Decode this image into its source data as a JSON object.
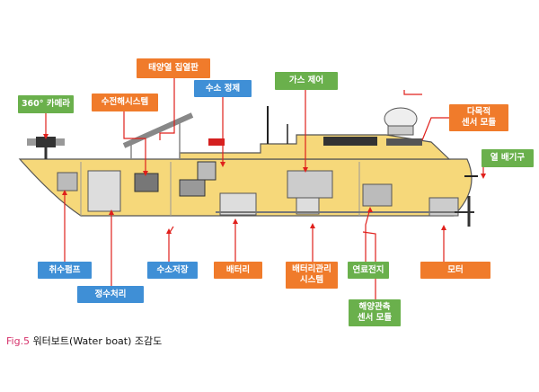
{
  "caption": {
    "fig": "Fig.5",
    "text": "워터보트(Water boat) 조감도"
  },
  "labels": {
    "camera": "360° 카메라",
    "solar": "태양열 집열판",
    "hydrolysis": "수전해시스템",
    "h2_purify": "수소 정제",
    "gas_control": "가스 제어",
    "multi_sensor": "다목적\n센서 모듈",
    "exhaust": "열 배기구",
    "intake_pump": "취수펌프",
    "water_treat": "정수처리",
    "h2_storage": "수소저장",
    "battery": "배터리",
    "bms": "배터리관리\n시스템",
    "fuel_cell": "연료전지",
    "motor": "모터",
    "ocean_sensor": "해양관측\n센서 모듈"
  },
  "colors": {
    "hull": "#f6d87a",
    "hull_stroke": "#555555",
    "leader": "#e0201c",
    "green": "#6ab04c",
    "orange": "#f07b2b",
    "blue": "#3f8fd6"
  }
}
